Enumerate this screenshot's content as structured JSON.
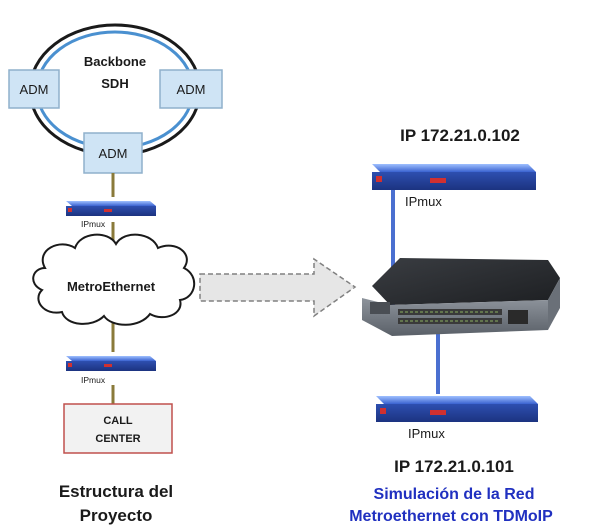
{
  "left": {
    "backbone_line1": "Backbone",
    "backbone_line2": "SDH",
    "adm_left": "ADM",
    "adm_right": "ADM",
    "adm_bottom": "ADM",
    "mux_top_label": "IPmux",
    "cloud_label": "MetroEthernet",
    "mux_bottom_label": "IPmux",
    "call_center_line1": "CALL",
    "call_center_line2": "CENTER",
    "caption_line1": "Estructura del",
    "caption_line2": "Proyecto"
  },
  "right": {
    "ip_top": "IP 172.21.0.102",
    "mux_top_label": "IPmux",
    "mux_bottom_label": "IPmux",
    "ip_bottom": "IP 172.21.0.101",
    "caption_line1": "Simulación de la Red",
    "caption_line2": "Metroethernet con TDMoIP"
  },
  "colors": {
    "ring_outer": "#1a1a1a",
    "ring_inner": "#4a90d0",
    "adm_fill": "#cfe4f5",
    "adm_border": "#8fb0cc",
    "link_brown": "#8a7a3a",
    "link_blue": "#4a6fd0",
    "mux_blue": "#4a70d8",
    "call_center_border": "#c0504d",
    "arrow_fill": "#e6e6e6",
    "arrow_border": "#808080",
    "caption_blue": "#2030c0"
  }
}
